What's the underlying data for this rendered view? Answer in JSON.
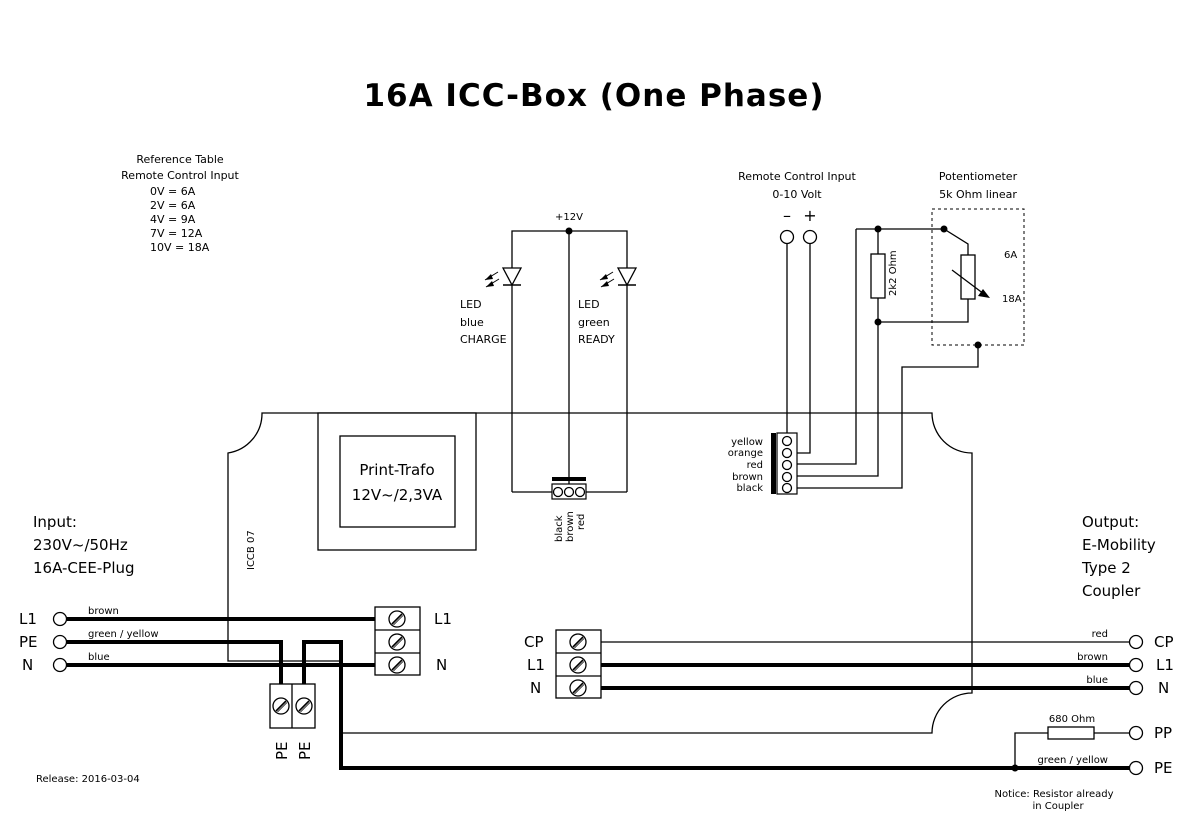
{
  "title": "16A ICC-Box (One Phase)",
  "reference_table": {
    "heading1": "Reference Table",
    "heading2": "Remote Control Input",
    "rows": [
      "0V =   6A",
      "2V =   6A",
      "4V  =   9A",
      "7V  = 12A",
      "10V = 18A"
    ]
  },
  "supply": {
    "label": "+12V"
  },
  "led_blue": {
    "line1": "LED",
    "line2": "blue",
    "line3": "CHARGE"
  },
  "led_green": {
    "line1": "LED",
    "line2": "green",
    "line3": "READY"
  },
  "remote_input": {
    "line1": "Remote Control Input",
    "line2": "0-10 Volt",
    "minus": "–",
    "plus": "+"
  },
  "potentiometer": {
    "line1": "Potentiometer",
    "line2": "5k Ohm linear",
    "min_label": "6A",
    "max_label": "18A"
  },
  "resistor_2k2": "2k2 Ohm",
  "print_trafo": {
    "line1": "Print-Trafo",
    "line2": "12V~/2,3VA"
  },
  "pcb_label": "ICCB 07",
  "led_terminal_wires": [
    "black",
    "brown",
    "red"
  ],
  "remote_terminal_wires": [
    "yellow",
    "orange",
    "red",
    "brown",
    "black"
  ],
  "input": {
    "line1": "Input:",
    "line2": "230V~/50Hz",
    "line3": "16A-CEE-Plug",
    "pins": [
      "L1",
      "PE",
      "N"
    ],
    "wire_colors": [
      "brown",
      "green / yellow",
      "blue"
    ]
  },
  "input_terminal_labels": [
    "L1",
    "N"
  ],
  "pe_terminal_labels": [
    "PE",
    "PE"
  ],
  "output_terminal_labels": [
    "CP",
    "L1",
    "N"
  ],
  "output": {
    "line1": "Output:",
    "line2": "E-Mobility",
    "line3": "Type 2",
    "line4": "Coupler",
    "pins": [
      "CP",
      "L1",
      "N",
      "PP",
      "PE"
    ],
    "wire_colors": [
      "red",
      "brown",
      "blue",
      "green / yellow"
    ]
  },
  "resistor_680": "680 Ohm",
  "notice": {
    "line1": "Notice: Resistor already",
    "line2": "in Coupler"
  },
  "release": "Release: 2016-03-04"
}
